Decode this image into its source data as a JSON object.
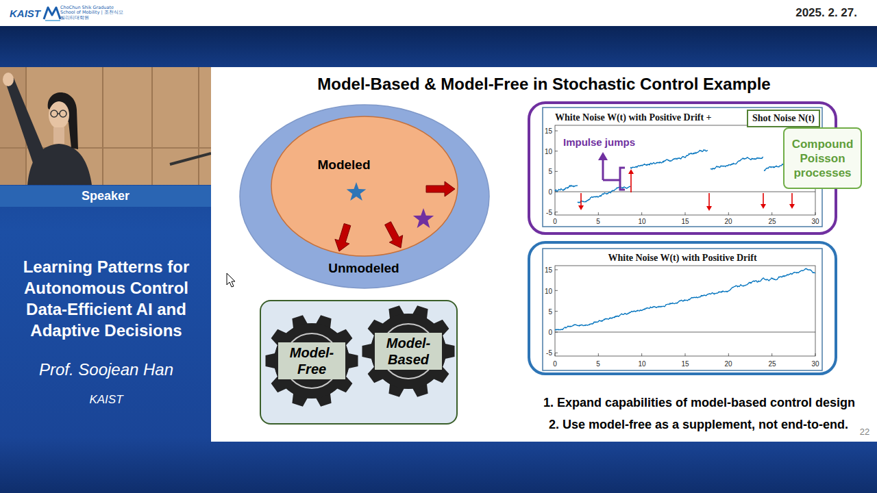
{
  "diagram": {
    "title": "Model-Based & Model-Free in Stochastic Control Example",
    "nodes": [
      {
        "text": [
          "Speaker"
        ]
      },
      {
        "text": [
          "Unmodeled"
        ]
      },
      {
        "text": [
          "Modeled"
        ],
        "in": 1
      },
      {
        "text": [
          "Model-Free"
        ]
      },
      {
        "text": [
          "Model-Based"
        ]
      },
      {
        "text": [
          "White Noise W(t) with Positive Drift +"
        ]
      },
      {
        "text": [
          "Shot Noise N(t)"
        ],
        "in": 5
      },
      {
        "text": [
          "Compound Poisson processes"
        ]
      },
      {
        "text": [
          "White Noise W(t) with Positive Drift"
        ]
      }
    ],
    "labels": [
      "KAIST",
      "ChoChun Shik Graduate School of Mobility | 조천식모빌리티대학원",
      "2025. 2. 27.",
      "Learning Patterns for Autonomous Control Data-Efficient AI and Adaptive Decisions",
      "Prof. Soojean Han",
      "KAIST",
      "Impulse jumps",
      "15",
      "10",
      "5",
      "0",
      "-5",
      "0",
      "5",
      "10",
      "15",
      "20",
      "25",
      "30",
      "15",
      "10",
      "5",
      "0",
      "-5",
      "0",
      "5",
      "10",
      "15",
      "20",
      "25",
      "30",
      "1. Expand capabilities of model-based control design",
      "2. Use model-free as a supplement, not end-to-end.",
      "22"
    ]
  }
}
